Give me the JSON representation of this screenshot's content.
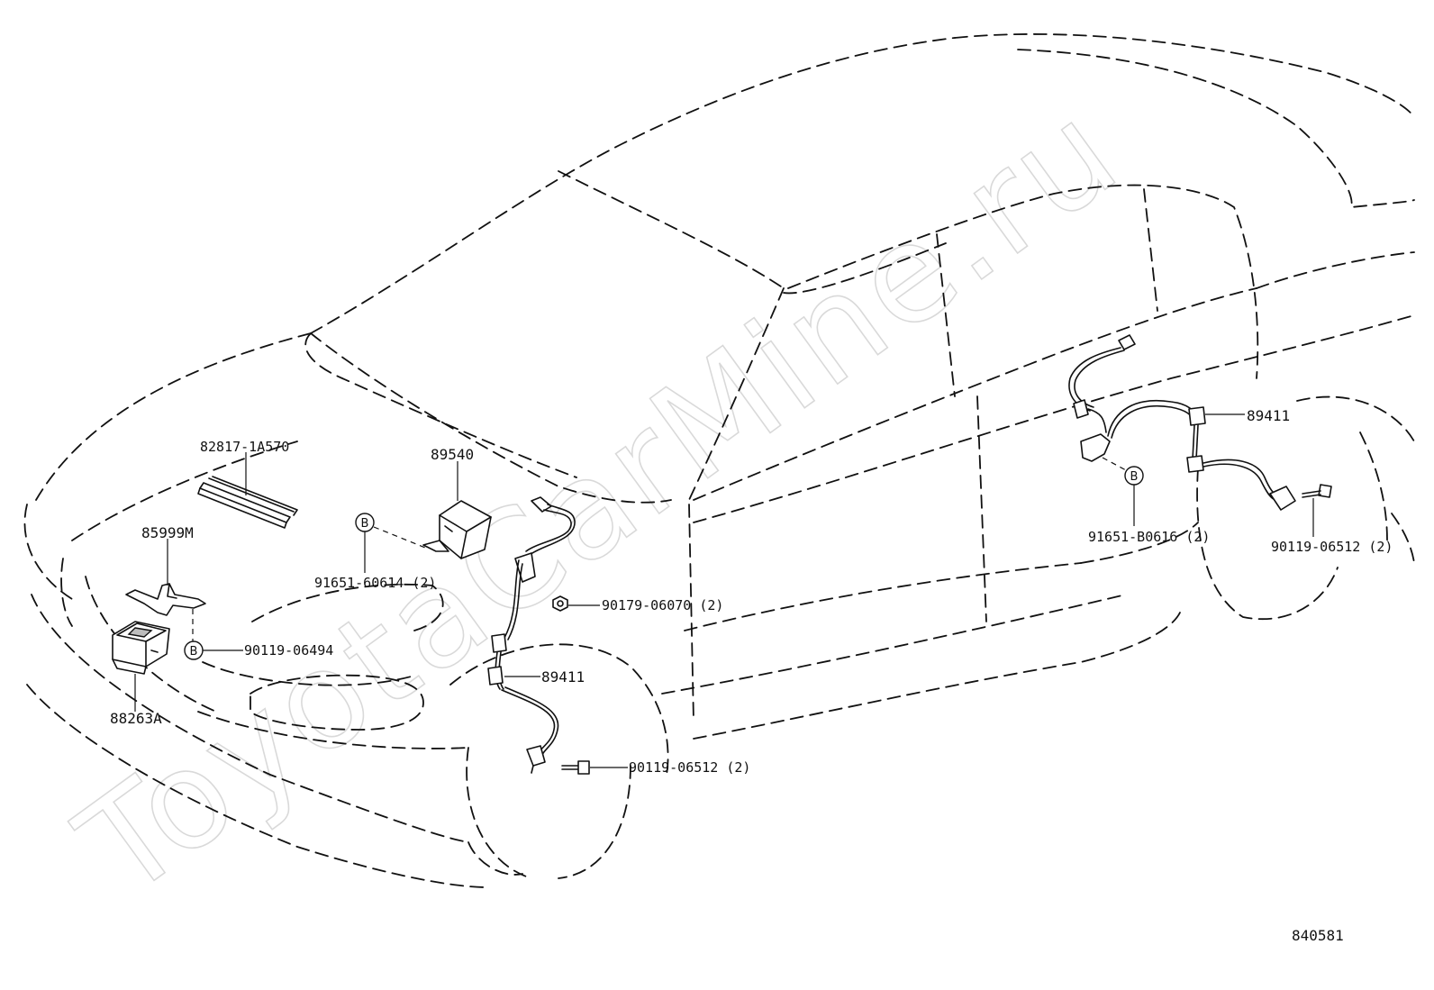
{
  "watermark": "ToyotaCarMine.ru",
  "diagram_number": "840581",
  "markers": {
    "b": "B"
  },
  "parts": {
    "hood_seal": "82817-1A570",
    "computer": "89540",
    "bracket": "85999M",
    "relay_block": "88263A",
    "bolt_b_front": "90119-06494",
    "clip_front": "91651-60614 (2)",
    "sensor_front": "89411",
    "nut_front": "90179-06070 (2)",
    "bolt_sensor_front": "90119-06512 (2)",
    "sensor_rear": "89411",
    "clip_rear": "91651-B0616 (2)",
    "bolt_sensor_rear": "90119-06512 (2)"
  }
}
